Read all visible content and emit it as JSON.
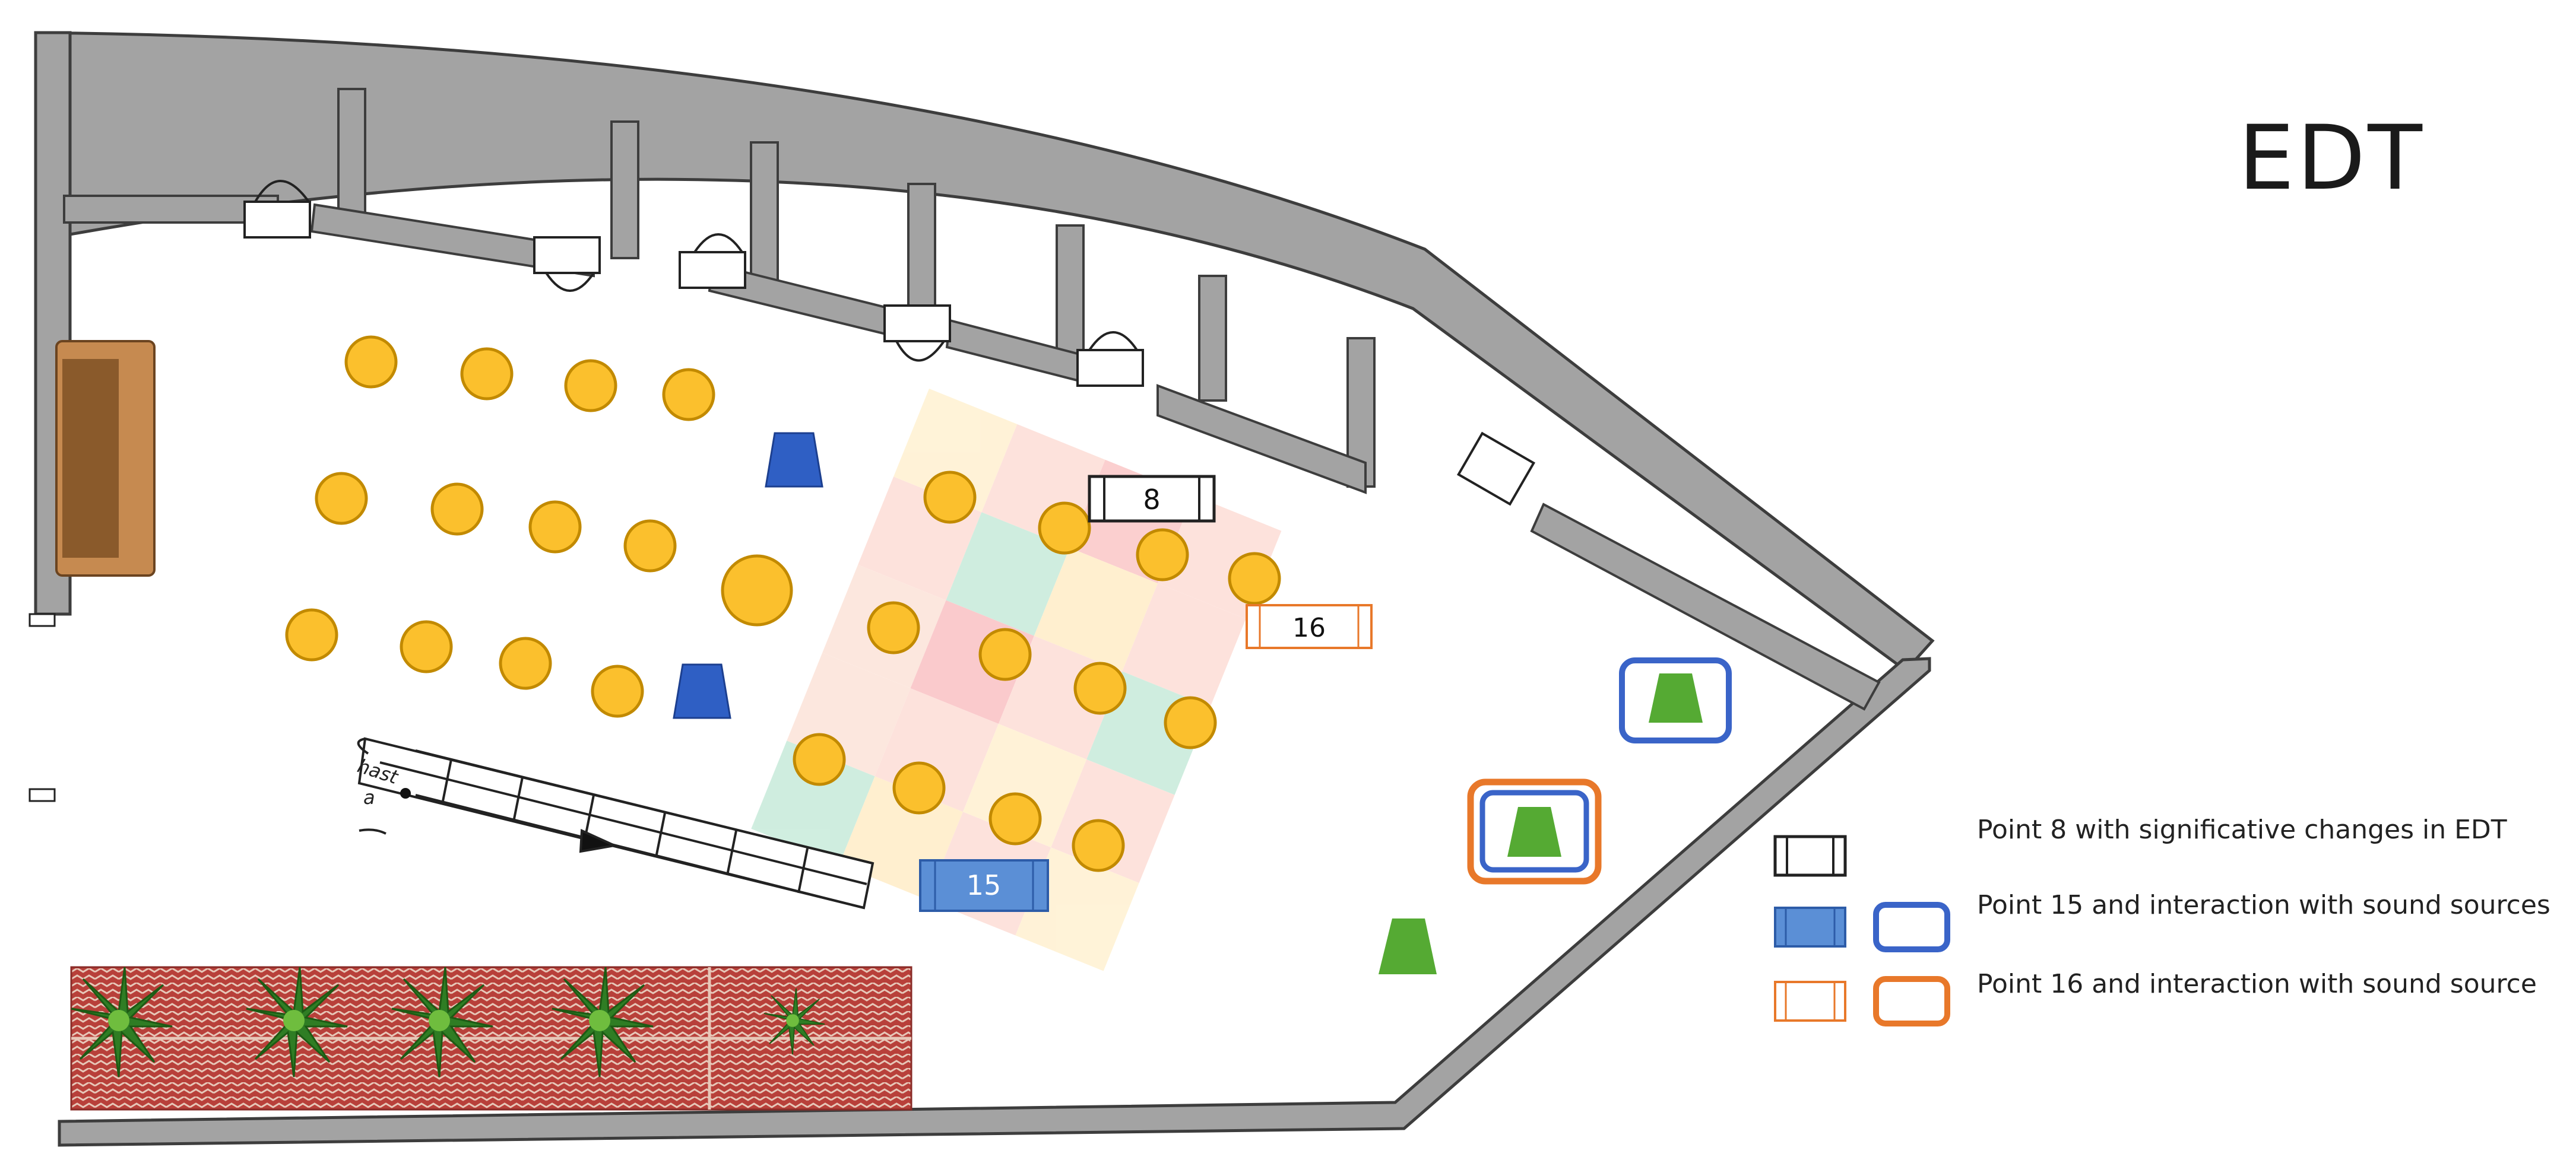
{
  "title": "EDT",
  "colors": {
    "wall": "#9a9a9a",
    "seat": "#fbc02d",
    "seat_stroke": "#c28a00",
    "blue_source": "#2f5fc4",
    "green_source": "#55aa33",
    "point15_fill": "#5b8fd6",
    "ring_blue": "#3a64c8",
    "ring_orange": "#e8782a",
    "point16_stroke": "#e8782a",
    "brick": "#a03a35",
    "planter_bg": "#c14a45"
  },
  "points": {
    "p8": "8",
    "p15": "15",
    "p16": "16"
  },
  "stair_text": {
    "line1": "hast",
    "line2": "a"
  },
  "legend": {
    "item1": "Point 8 with significative changes in EDT",
    "item2": "Point 15 and interaction with sound sources",
    "item3": "Point 16 and interaction with sound source"
  }
}
